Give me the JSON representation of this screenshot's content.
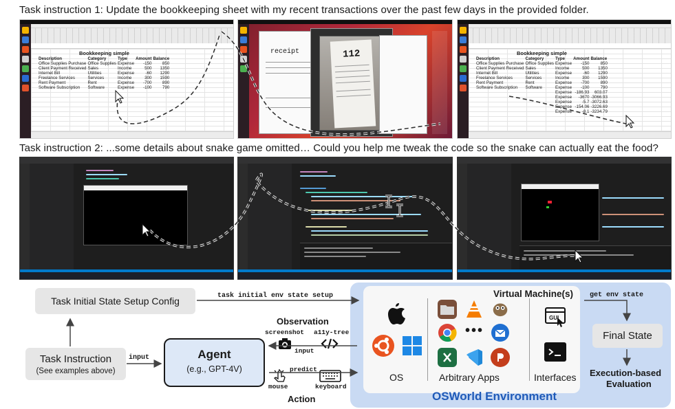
{
  "task1": {
    "caption": "Task instruction 1: Update the bookkeeping sheet with my recent transactions over the past few days in the provided folder.",
    "sheet_title": "Bookkeeping simple",
    "headers": [
      "Description",
      "Category",
      "Type",
      "Amount",
      "Balance"
    ],
    "rows": [
      [
        "Office Supplies Purchase",
        "Office Supplies",
        "Expense",
        "-150",
        "850"
      ],
      [
        "Client Payment Received",
        "Sales",
        "Income",
        "500",
        "1350"
      ],
      [
        "Internet Bill",
        "Utilities",
        "Expense",
        "-60",
        "1290"
      ],
      [
        "Freelance Services",
        "Services",
        "Income",
        "300",
        "1590"
      ],
      [
        "Rent Payment",
        "Rent",
        "Expense",
        "-700",
        "890"
      ],
      [
        "Software Subscription",
        "Software",
        "Expense",
        "-100",
        "790"
      ]
    ],
    "extra_rows": [
      [
        "",
        "",
        "Expense",
        "-186.93",
        "603.07"
      ],
      [
        "",
        "",
        "Expense",
        "-3670",
        "-3066.93"
      ],
      [
        "",
        "",
        "Expense",
        "-5.7",
        "-3072.63"
      ],
      [
        "",
        "",
        "Expense",
        "-154.06",
        "-3226.69"
      ],
      [
        "",
        "",
        "Expense",
        "-8.1",
        "-3234.79"
      ]
    ],
    "receipt_word": "receipt",
    "receipt_number": "112"
  },
  "task2": {
    "caption": "Task instruction 2: ...some details about snake game omitted… Could you help me tweak the code so the snake can actually eat the food?"
  },
  "diagram": {
    "setup_config": "Task Initial State Setup Config",
    "task_instruction": "Task Instruction",
    "task_instruction_sub": "(See examples above)",
    "input_label": "input",
    "agent": "Agent",
    "agent_sub": "(e.g., GPT-4V)",
    "observation": "Observation",
    "screenshot": "screenshot",
    "a11y_tree": "a11y-tree",
    "obs_input": "input",
    "predict": "predict",
    "mouse": "mouse",
    "keyboard": "keyboard",
    "action": "Action",
    "env_setup": "task initial env state setup",
    "vm_title": "Virtual Machine(s)",
    "os": "OS",
    "apps": "Arbitrary Apps",
    "interfaces": "Interfaces",
    "gui": "GUI",
    "get_env_state": "get env state",
    "final_state": "Final State",
    "eval": "Execution-based",
    "eval2": "Evaluation",
    "env_title": "OSWorld Environment",
    "ellipsis": "•••"
  },
  "colors": {
    "env_bg": "#c9daf3",
    "agent_bg": "#dde8f7",
    "env_title": "#1f5ab8",
    "box_gray": "#e6e6e6"
  }
}
